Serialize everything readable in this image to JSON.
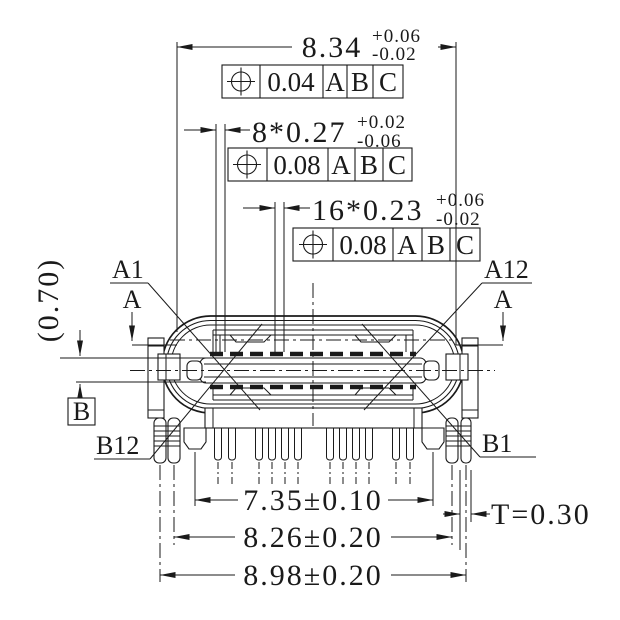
{
  "dimensions": {
    "top_width": {
      "value": "8.34",
      "tol_plus": "+0.06",
      "tol_minus": "-0.02"
    },
    "contact_row_8x": {
      "value": "8*0.27",
      "tol_plus": "+0.02",
      "tol_minus": "-0.06"
    },
    "contact_row_16x": {
      "value": "16*0.23",
      "tol_plus": "+0.06",
      "tol_minus": "-0.02"
    },
    "tongue_thickness_ref": "(0.70)",
    "pin_span": "7.35±0.10",
    "leg_span_inner": "8.26±0.20",
    "leg_span_outer": "8.98±0.20",
    "leg_thickness": "T=0.30"
  },
  "feature_control_frames": [
    {
      "symbol": "position",
      "tolerance": "0.04",
      "datums": [
        "A",
        "B",
        "C"
      ]
    },
    {
      "symbol": "position",
      "tolerance": "0.08",
      "datums": [
        "A",
        "B",
        "C"
      ]
    },
    {
      "symbol": "position",
      "tolerance": "0.08",
      "datums": [
        "A",
        "B",
        "C"
      ]
    }
  ],
  "labels": {
    "pin_a1": "A1",
    "pin_a12": "A12",
    "pin_b12": "B12",
    "pin_b1": "B1",
    "datum_b": "B",
    "section_left": "A",
    "section_right": "A"
  },
  "colors": {
    "line": "#1a1a1a",
    "background": "#ffffff"
  }
}
